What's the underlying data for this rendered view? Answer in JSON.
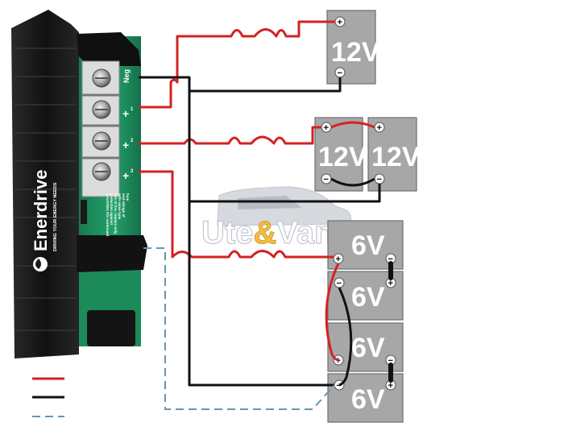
{
  "charger": {
    "brand": "Enerdrive",
    "tagline": "DRIVING YOUR ENERGY NEEDS",
    "neg_label": "Neg",
    "terminal_signs": [
      "+",
      "+",
      "+"
    ],
    "terminal_numbers": [
      "1",
      "2",
      "3"
    ],
    "caution_text": [
      "CAUTION: For continued",
      "protection against",
      "risk of fire, replace only",
      "with same type",
      "and ratings of",
      "fuse"
    ]
  },
  "watermark": {
    "part1": "Ute",
    "amp": "&",
    "part2": "Van"
  },
  "batteries": [
    {
      "label": "12V",
      "pos": "+",
      "neg": "−"
    },
    {
      "label": "12V",
      "pos": "+",
      "neg": "−"
    },
    {
      "label": "12V",
      "pos": "+",
      "neg": "−"
    },
    {
      "label": "6V",
      "pos": "+",
      "neg": "−"
    },
    {
      "label": "6V",
      "pos": "+",
      "neg": "−"
    },
    {
      "label": "6V",
      "pos": "+",
      "neg": "−"
    },
    {
      "label": "6V",
      "pos": "+",
      "neg": "−"
    }
  ],
  "colors": {
    "positive_wire": "#d32222",
    "negative_wire": "#111111",
    "sense_wire": "#6b93ad",
    "battery_fill": "#a7a7a7",
    "charger_green": "#1e8c5c",
    "charger_body": "#1a1a1a"
  }
}
